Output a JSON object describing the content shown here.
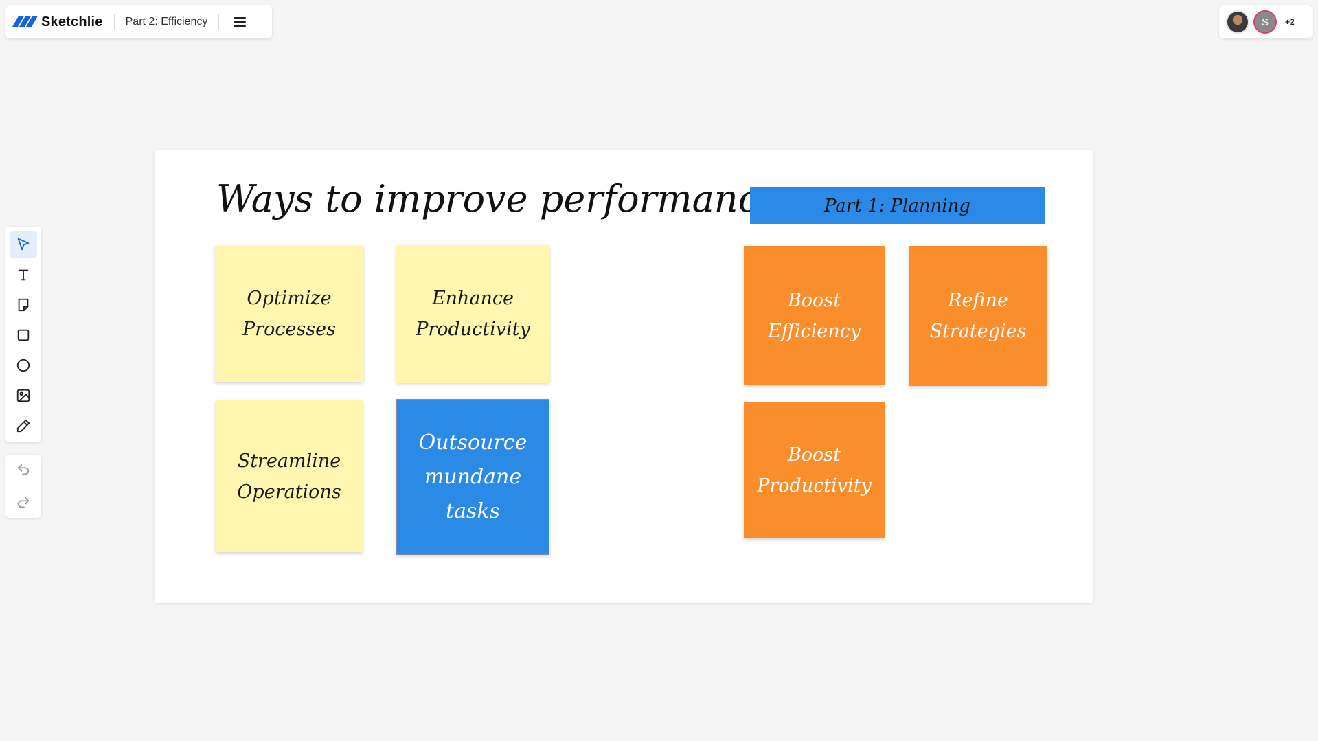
{
  "app": {
    "brand": "Sketchlie",
    "board_title": "Part 2: Efficiency"
  },
  "collaborators": {
    "avatar_2_initial": "S",
    "more_count": "+2"
  },
  "canvas": {
    "title": "Ways to improve performance",
    "part_label": "Part 1: Planning",
    "notes": {
      "optimize": "Optimize\nProcesses",
      "enhance": "Enhance\nProductivity",
      "streamline": "Streamline\nOperations",
      "outsource": "Outsource\nmundane\ntasks",
      "boost_efficiency": "Boost\nEfficiency",
      "refine": "Refine\nStrategies",
      "boost_productivity": "Boost\nProductivity"
    }
  },
  "colors": {
    "accent": "#1565d8",
    "sticky_yellow": "#fff7b0",
    "sticky_blue": "#2a8ae6",
    "sticky_orange": "#fb8e2c",
    "label_blue": "#2b8ae8"
  },
  "icons": {
    "logo": "sketchlie-logo-icon",
    "menu": "hamburger-menu-icon",
    "tools": [
      "select-arrow-icon",
      "text-icon",
      "sticky-note-icon",
      "rectangle-icon",
      "circle-icon",
      "image-icon",
      "pencil-icon"
    ],
    "history": [
      "undo-icon",
      "redo-icon"
    ]
  }
}
